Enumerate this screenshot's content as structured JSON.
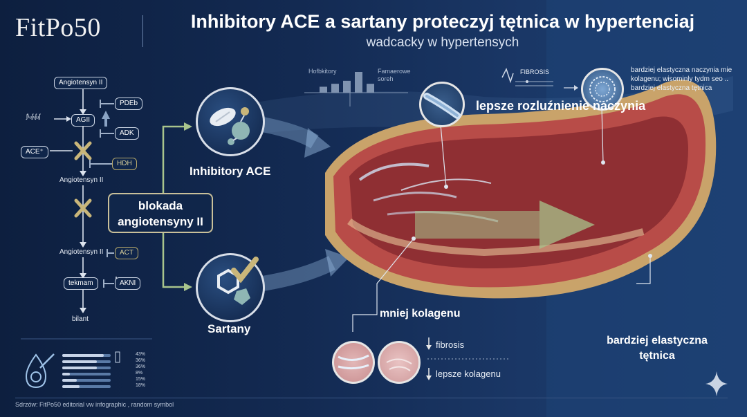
{
  "brand": {
    "logo": "FitPo50"
  },
  "header": {
    "title": "Inhibitory ACE a sartany proteczyj tętnica w hypertenciaj",
    "subtitle": "wadcacky w hypertensych"
  },
  "pathway": {
    "nodes": [
      {
        "label": "Angiotensyn II"
      },
      {
        "label": "AGII"
      },
      {
        "label": "Angiotensyn II"
      },
      {
        "label": "Angiotensyn II"
      },
      {
        "label": "tekmam"
      },
      {
        "label": "bilant"
      }
    ],
    "side": {
      "squiggle": "ʃ\\ᵤʃᵥʃᵤʃ",
      "ace": "ACE⁺"
    },
    "inhibitors": [
      {
        "label": "PDEb"
      },
      {
        "label": "ADK"
      },
      {
        "label": "HDH"
      },
      {
        "label": "ACT"
      },
      {
        "label": "AKNI"
      }
    ],
    "blokada": "blokada angiotensyny II"
  },
  "drugs": {
    "ace": {
      "label": "Inhibitory ACE"
    },
    "sartany": {
      "label": "Sartany"
    }
  },
  "mini_chart": {
    "label_left": "Hofbkitory",
    "label_right": "Famaerowe soreh",
    "values": [
      2,
      3,
      4,
      7,
      3
    ]
  },
  "fibrosis_strip": {
    "label": "FIBROSIS"
  },
  "labels": {
    "lepsze": "lepsze rozluźnienie naczynia",
    "elastic_top": "bardziej elastyczna naczynia mie kolagenu; wisominly tydm seo .. bardziej elastyczna tętnica",
    "kolagen": "mniej kolagenu",
    "fibrosis": "fibrosis",
    "lepsze_kolagenu": "lepsze kolagenu",
    "elastic_bottom": "bardziej elastyczna tętnica"
  },
  "legend": {
    "bars": [
      {
        "value": 43,
        "label": "43%"
      },
      {
        "value": 36,
        "label": "36%"
      },
      {
        "value": 36,
        "label": "36%"
      },
      {
        "value": 8,
        "label": "8%"
      },
      {
        "value": 15,
        "label": "15%"
      },
      {
        "value": 18,
        "label": "18%"
      }
    ]
  },
  "footer": {
    "source": "Sdrzów: FitPo50 editorial vw infographic , random symbol"
  },
  "colors": {
    "gold": "#b8a96a",
    "green": "#a8c48c",
    "vessel": "#b34a47",
    "accent": "#9fc3e8"
  }
}
